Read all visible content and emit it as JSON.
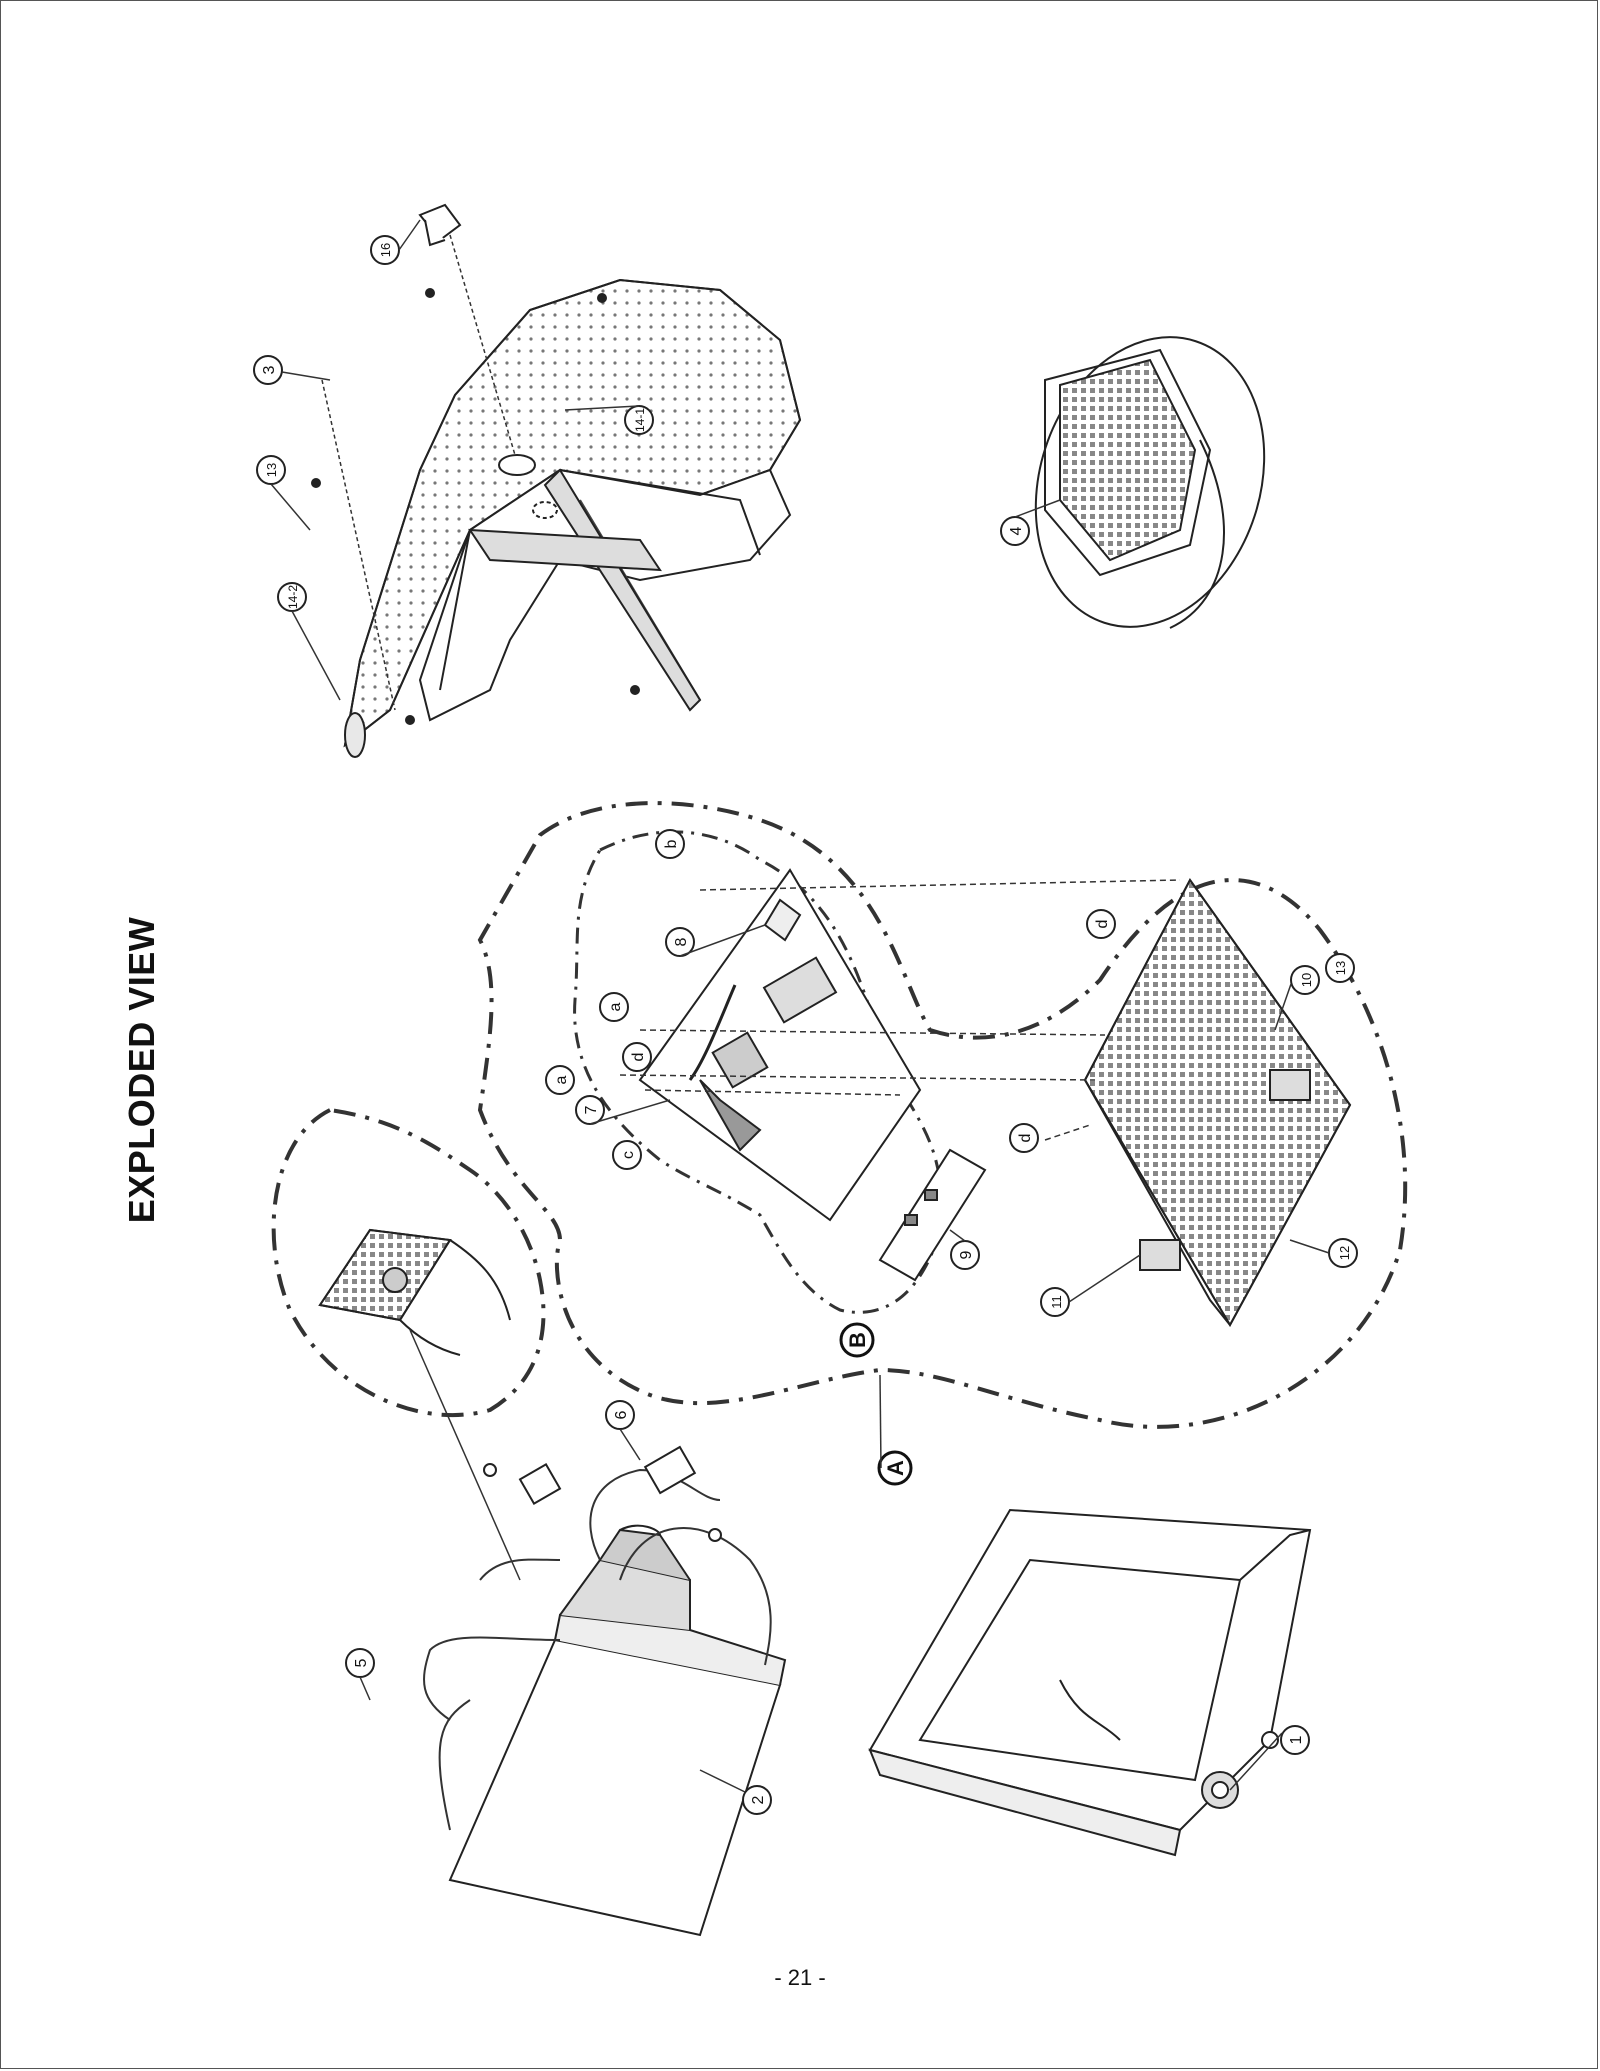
{
  "title": "EXPLODED VIEW",
  "page_number": "- 21 -",
  "callouts": {
    "c1": "1",
    "c2": "2",
    "c3": "3",
    "c4": "4",
    "c5": "5",
    "c6": "6",
    "c7": "7",
    "c8": "8",
    "c9": "9",
    "c10": "10",
    "c11": "11",
    "c12": "12",
    "c13a": "13",
    "c13b": "13",
    "c14_1": "14-1",
    "c14_2": "14-2",
    "c16": "16",
    "a1": "a",
    "a2": "a",
    "b": "b",
    "c": "c",
    "d1": "d",
    "d2": "d",
    "d3": "d",
    "A": "A",
    "B": "B"
  }
}
